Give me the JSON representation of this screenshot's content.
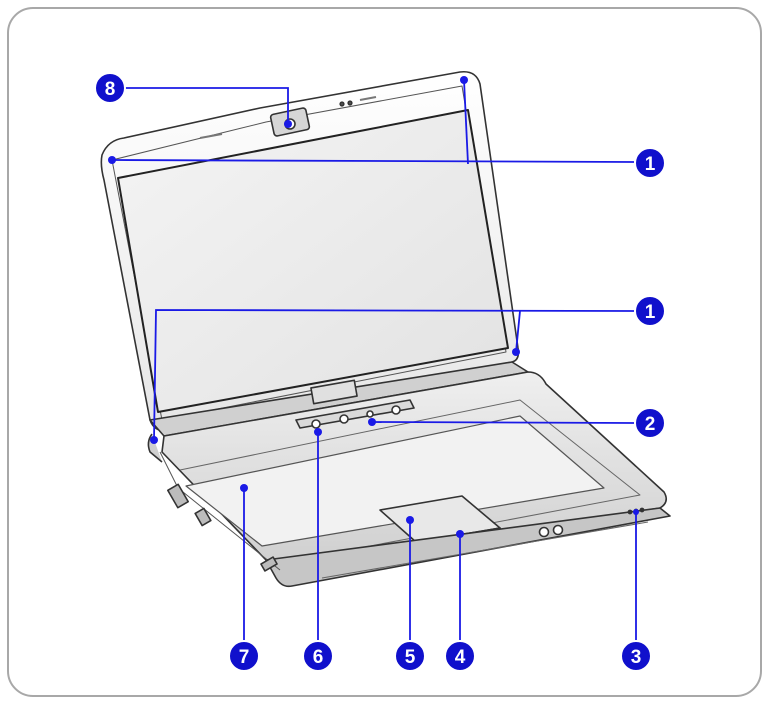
{
  "diagram": {
    "subject": "laptop",
    "callouts": [
      {
        "id": "c8",
        "label": "8"
      },
      {
        "id": "c1a",
        "label": "1"
      },
      {
        "id": "c1b",
        "label": "1"
      },
      {
        "id": "c2",
        "label": "2"
      },
      {
        "id": "c7",
        "label": "7"
      },
      {
        "id": "c6",
        "label": "6"
      },
      {
        "id": "c5",
        "label": "5"
      },
      {
        "id": "c4",
        "label": "4"
      },
      {
        "id": "c3",
        "label": "3"
      }
    ],
    "colors": {
      "callout_fill": "#1010cc",
      "leader_line": "#1a1ae6",
      "outline": "#333333",
      "screen": "#ececec",
      "body": "#dcdcdc"
    }
  }
}
